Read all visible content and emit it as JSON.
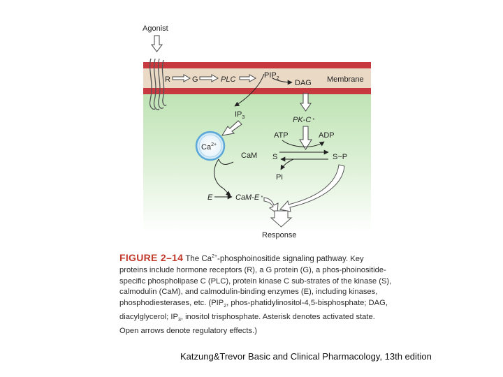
{
  "diagram": {
    "agonist": "Agonist",
    "receptor": "R",
    "g_protein": "G",
    "plc": "PLC",
    "pip2_base": "PIP",
    "pip2_sub": "2",
    "dag": "DAG",
    "membrane": "Membrane",
    "ip3_base": "IP",
    "ip3_sub": "3",
    "pkc": "PK-C",
    "pkc_star": "*",
    "calcium_base": "Ca",
    "calcium_sup": "2+",
    "atp": "ATP",
    "adp": "ADP",
    "cam": "CaM",
    "substrate": "S",
    "phospho_substrate": "S~P",
    "pi": "Pi",
    "enzyme": "E",
    "cam_enzyme": "CaM-E",
    "cam_enzyme_star": "*",
    "response": "Response"
  },
  "caption": {
    "label": "FIGURE 2–14",
    "title_pre": "The Ca",
    "title_sup": "2+",
    "title_post": "-phosphoinositide signaling pathway.",
    "body_1": "Key proteins include hormone receptors (R), a G protein (G), a phos-phoinositide-specific phospholipase C (PLC), protein kinase C sub-strates of the kinase (S), calmodulin (CaM), and calmodulin-binding enzymes (E), including kinases, phosphodiesterases, etc. (PIP",
    "body_sub_1": "2",
    "body_2": ", phos-phatidylinositol-4,5-bisphosphate; DAG, diacylglycerol; IP",
    "body_sub_2": "3",
    "body_3": ", inositol trisphosphate. Asterisk denotes activated state. Open arrows denote regulatory effects.)"
  },
  "source": "Katzung&Trevor Basic and Clinical Pharmacology, 13th edition",
  "colors": {
    "membrane": "#c8383f",
    "membrane_inner": "#ead9c4",
    "green_top": "#bfe3b5",
    "green_bottom": "#ffffff",
    "calcium_ring": "#5aa7d8",
    "caption_label": "#c0392b"
  }
}
